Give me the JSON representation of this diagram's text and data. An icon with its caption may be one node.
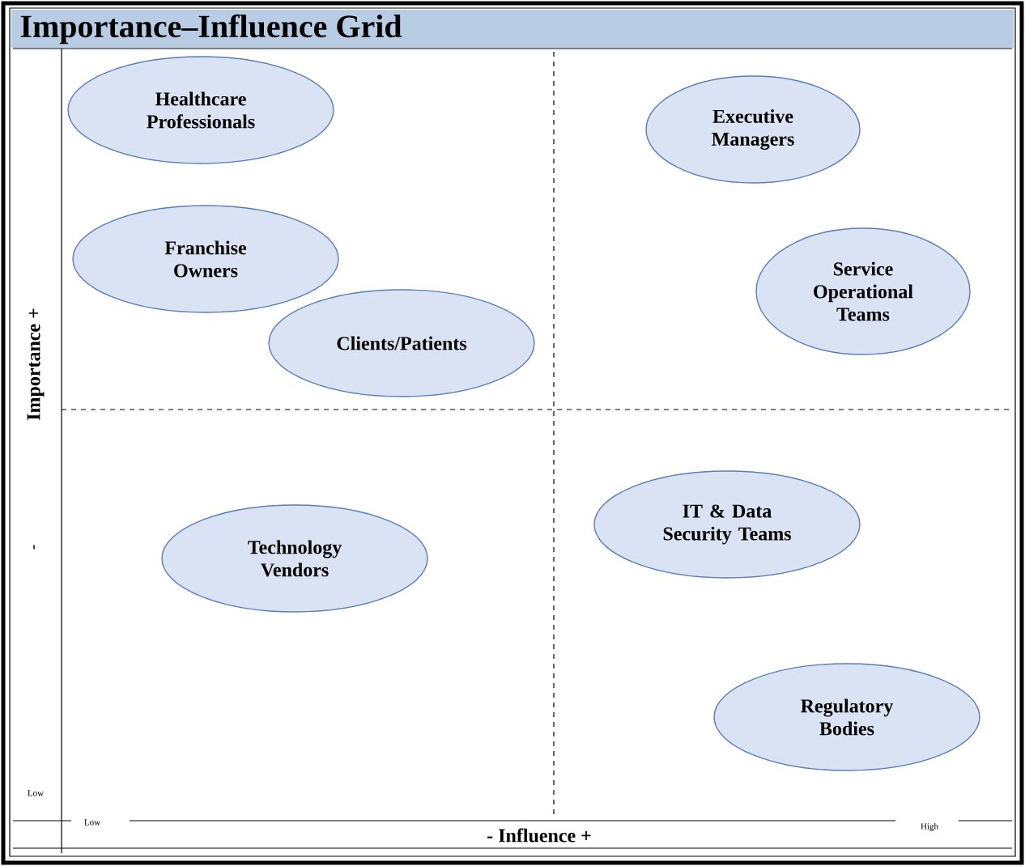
{
  "diagram": {
    "title": "Importance–Influence Grid",
    "nodes": [
      {
        "text": [
          "Healthcare Professionals"
        ]
      },
      {
        "text": [
          "Executive Managers"
        ]
      },
      {
        "text": [
          "Franchise Owners"
        ]
      },
      {
        "text": [
          "Service Operational Teams"
        ]
      },
      {
        "text": [
          "Clients/Patients"
        ]
      },
      {
        "text": [
          "IT & Data Security Teams"
        ]
      },
      {
        "text": [
          "Technology Vendors"
        ]
      },
      {
        "text": [
          "Regulatory Bodies"
        ]
      }
    ],
    "labels": [
      "Importance +",
      "-",
      "Low",
      "Low",
      "- Influence +",
      "High"
    ]
  }
}
